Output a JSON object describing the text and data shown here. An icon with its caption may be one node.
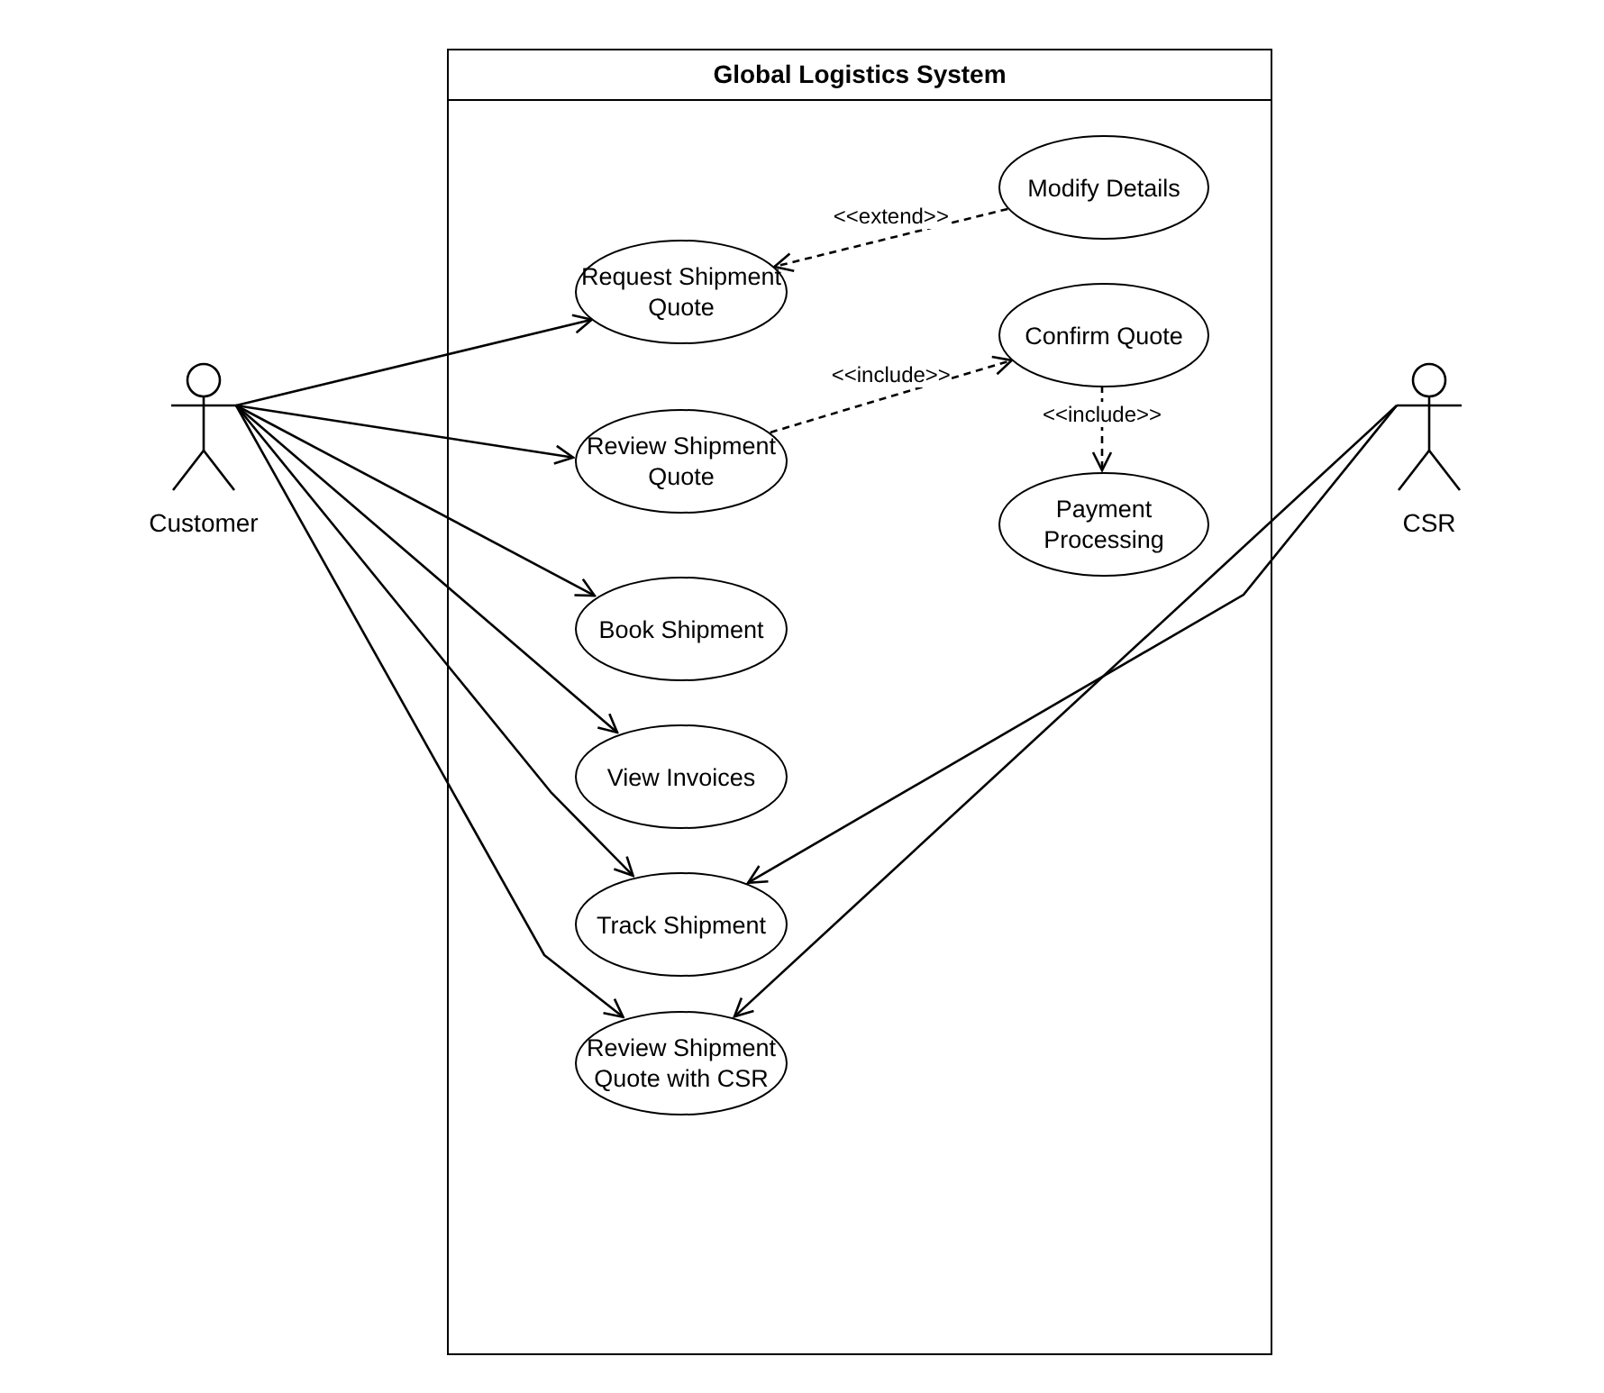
{
  "diagram": {
    "nodes": [
      {
        "text": [
          "Global Logistics System"
        ]
      },
      {
        "text": [
          "Modify Details"
        ],
        "in": 0
      },
      {
        "text": [
          "Request Shipment Quote"
        ],
        "in": 0
      },
      {
        "text": [
          "Confirm Quote"
        ],
        "in": 0
      },
      {
        "text": [
          "Review Shipment Quote"
        ],
        "in": 0
      },
      {
        "text": [
          "Payment Processing"
        ],
        "in": 0
      },
      {
        "text": [
          "Book Shipment"
        ],
        "in": 0
      },
      {
        "text": [
          "View Invoices"
        ],
        "in": 0
      },
      {
        "text": [
          "Track Shipment"
        ],
        "in": 0
      },
      {
        "text": [
          "Review Shipment Quote with CSR"
        ],
        "in": 0
      },
      {
        "text": [
          "Customer"
        ]
      },
      {
        "text": [
          "CSR"
        ]
      }
    ],
    "edges": [
      {
        "from": 10,
        "to": 2,
        "arrow": "to"
      },
      {
        "from": 10,
        "to": 4,
        "arrow": "to"
      },
      {
        "from": 10,
        "to": 6,
        "arrow": "to"
      },
      {
        "from": 10,
        "to": 7,
        "arrow": "to"
      },
      {
        "from": 10,
        "to": 8,
        "arrow": "to"
      },
      {
        "from": 10,
        "to": 9,
        "arrow": "to"
      },
      {
        "from": 11,
        "to": 8,
        "arrow": "to"
      },
      {
        "from": 11,
        "to": 9,
        "arrow": "to"
      },
      {
        "from": 1,
        "to": 2,
        "arrow": "to",
        "label": "<<extend>>",
        "style": "dashed"
      },
      {
        "from": 4,
        "to": 3,
        "arrow": "to",
        "label": "<<include>>",
        "style": "dashed"
      },
      {
        "from": 3,
        "to": 5,
        "arrow": "to",
        "label": "<<include>>",
        "style": "dashed"
      }
    ]
  }
}
